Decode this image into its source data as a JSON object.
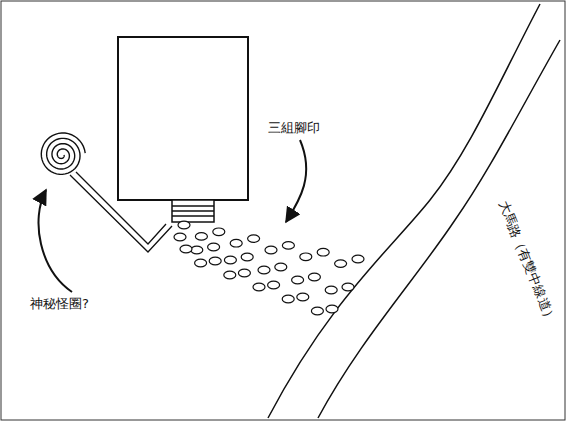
{
  "diagram": {
    "labels": [
      "三組腳印",
      "神秘怪圈?",
      "大馬路（有雙中線道）"
    ]
  }
}
